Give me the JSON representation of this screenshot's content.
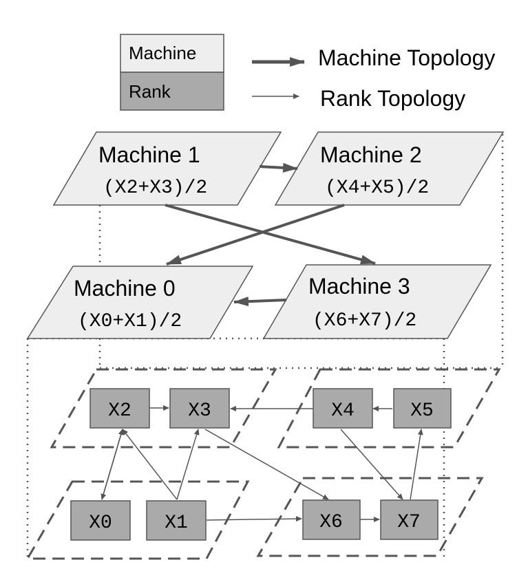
{
  "legend": {
    "machine_label": "Machine",
    "rank_label": "Rank",
    "machine_topology_label": "Machine Topology",
    "rank_topology_label": "Rank Topology"
  },
  "machines": [
    {
      "id": "machine-1",
      "title": "Machine 1",
      "formula": "(X2+X3)/2"
    },
    {
      "id": "machine-2",
      "title": "Machine 2",
      "formula": "(X4+X5)/2"
    },
    {
      "id": "machine-0",
      "title": "Machine 0",
      "formula": "(X0+X1)/2"
    },
    {
      "id": "machine-3",
      "title": "Machine 3",
      "formula": "(X6+X7)/2"
    }
  ],
  "ranks": [
    "X0",
    "X1",
    "X2",
    "X3",
    "X4",
    "X5",
    "X6",
    "X7"
  ],
  "colors": {
    "machine_fill": "#eeeeee",
    "rank_fill": "#aaaaaa",
    "stroke": "#555555",
    "text": "#000000"
  }
}
